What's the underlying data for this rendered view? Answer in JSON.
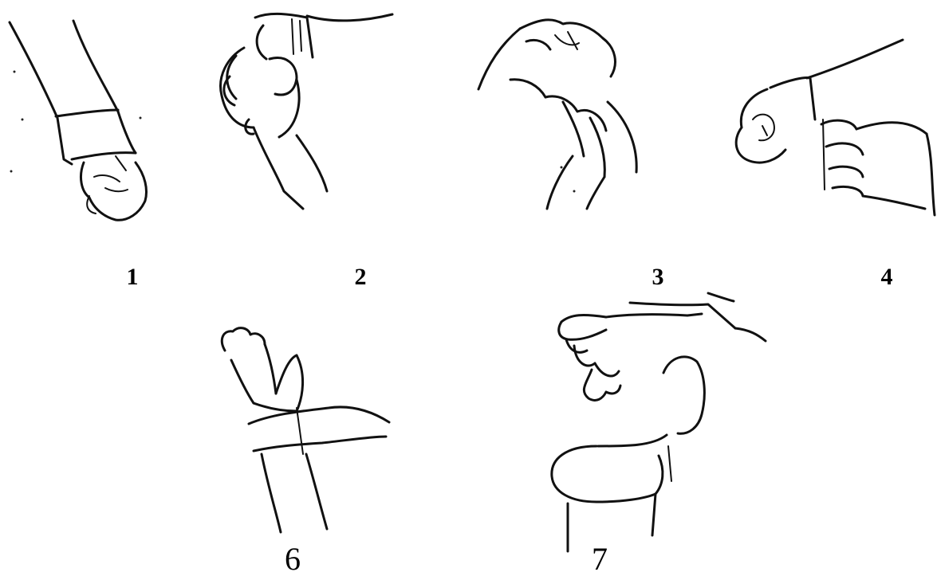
{
  "figure": {
    "panels": [
      {
        "label": "1",
        "icon": "gloved-hand-cuff-icon"
      },
      {
        "label": "2",
        "icon": "glove-peel-icon"
      },
      {
        "label": "3",
        "icon": "glove-pull-off-icon"
      },
      {
        "label": "4",
        "icon": "balled-glove-in-fist-icon"
      },
      {
        "label": "6",
        "icon": "bare-fingers-under-cuff-icon"
      },
      {
        "label": "7",
        "icon": "glove-into-bin-icon"
      }
    ],
    "colors": {
      "ink": "#111111",
      "paper": "#ffffff"
    }
  }
}
